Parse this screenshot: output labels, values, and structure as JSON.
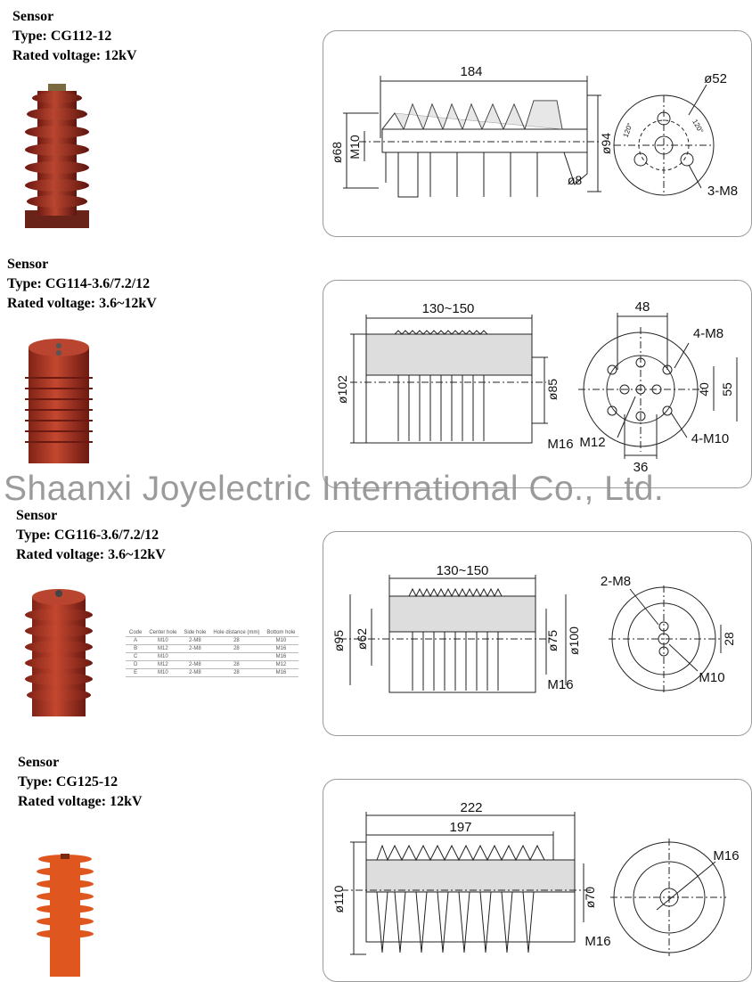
{
  "sensors": [
    {
      "label": "Sensor",
      "type": "Type: CG112-12",
      "voltage": "Rated voltage: 12kV",
      "dims": {
        "length": "184",
        "d1": "ø68",
        "thread": "M10",
        "d2": "ø94",
        "d3": "ø8",
        "pcd": "ø52",
        "angle1": "120°",
        "angle2": "120°",
        "holes": "3-M8"
      }
    },
    {
      "label": "Sensor",
      "type": "Type: CG114-3.6/7.2/12",
      "voltage": "Rated voltage: 3.6~12kV",
      "dims": {
        "length": "130~150",
        "d1": "ø102",
        "d2": "ø85",
        "bottom": "M16",
        "top": "48",
        "h1": "4-M8",
        "v1": "40",
        "v2": "55",
        "center": "M12",
        "h2": "4-M10",
        "bottomdim": "36"
      }
    },
    {
      "label": "Sensor",
      "type": "Type: CG116-3.6/7.2/12",
      "voltage": "Rated voltage: 3.6~12kV",
      "dims": {
        "length": "130~150",
        "d1": "ø95",
        "d2": "ø62",
        "d3": "ø75",
        "d4": "ø100",
        "bottom": "M16",
        "holes": "2-M8",
        "v1": "28",
        "center": "M10"
      }
    },
    {
      "label": "Sensor",
      "type": "Type: CG125-12",
      "voltage": "Rated voltage: 12kV",
      "dims": {
        "length1": "222",
        "length2": "197",
        "d1": "ø110",
        "d2": "ø70",
        "bottom": "M16",
        "center": "M16"
      }
    }
  ],
  "watermark": "Shaanxi Joyelectric International Co., Ltd.",
  "code_table": {
    "headers": [
      "Code",
      "Center hole",
      "Side hole",
      "Hole distance (mm)",
      "Bottom hole"
    ],
    "rows": [
      [
        "A",
        "M10",
        "2-M8",
        "28",
        "M10"
      ],
      [
        "B",
        "M12",
        "2-M8",
        "28",
        "M16"
      ],
      [
        "C",
        "M10",
        "",
        "",
        "M16"
      ],
      [
        "D",
        "M12",
        "2-M8",
        "28",
        "M12"
      ],
      [
        "E",
        "M10",
        "2-M8",
        "28",
        "M16"
      ]
    ]
  },
  "colors": {
    "insulator": "#b5372b",
    "insulator_dark": "#7a1f18",
    "cg125": "#e0561f"
  }
}
